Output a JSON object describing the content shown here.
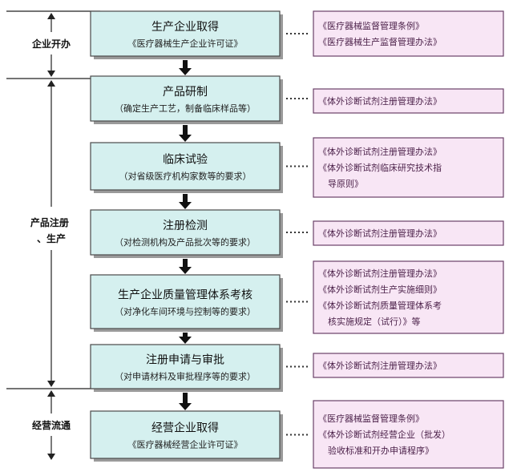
{
  "stages": [
    {
      "id": "enterprise",
      "label": "企业开办"
    },
    {
      "id": "register",
      "label": "产品注册、生产"
    },
    {
      "id": "circulation",
      "label": "经营流通"
    }
  ],
  "steps": [
    {
      "title": "生产企业取得",
      "subtitle": "《医疗器械生产企业许可证》",
      "laws": [
        "《医疗器械监督管理条例》",
        "《医疗器械生产监督管理办法》"
      ]
    },
    {
      "title": "产品研制",
      "subtitle": "（确定生产工艺，制备临床样品等）",
      "laws": [
        "《体外诊断试剂注册管理办法》"
      ]
    },
    {
      "title": "临床试验",
      "subtitle": "（对省级医疗机构家数等的要求）",
      "laws": [
        "《体外诊断试剂注册管理办法》",
        "《体外诊断试剂临床研究技术指",
        "导原则》"
      ]
    },
    {
      "title": "注册检测",
      "subtitle": "（对检测机构及产品批次等的要求）",
      "laws": [
        "《体外诊断试剂注册管理办法》"
      ]
    },
    {
      "title": "生产企业质量管理体系考核",
      "subtitle": "（对净化车间环境与控制等的要求）",
      "laws": [
        "《体外诊断试剂注册管理办法》",
        "《体外诊断试剂生产实施细则》",
        "《体外诊断试剂质量管理体系考",
        "核实施规定（试行）》等"
      ]
    },
    {
      "title": "注册申请与审批",
      "subtitle": "（对申请材料及审批程序等的要求）",
      "laws": [
        "《体外诊断试剂注册管理办法》"
      ]
    },
    {
      "title": "经营企业取得",
      "subtitle": "《医疗器械经营企业许可证》",
      "laws": [
        "《医疗器械监督管理条例》",
        "《体外诊断试剂经营企业（批发）",
        "验收标准和开办申请程序》"
      ]
    }
  ]
}
